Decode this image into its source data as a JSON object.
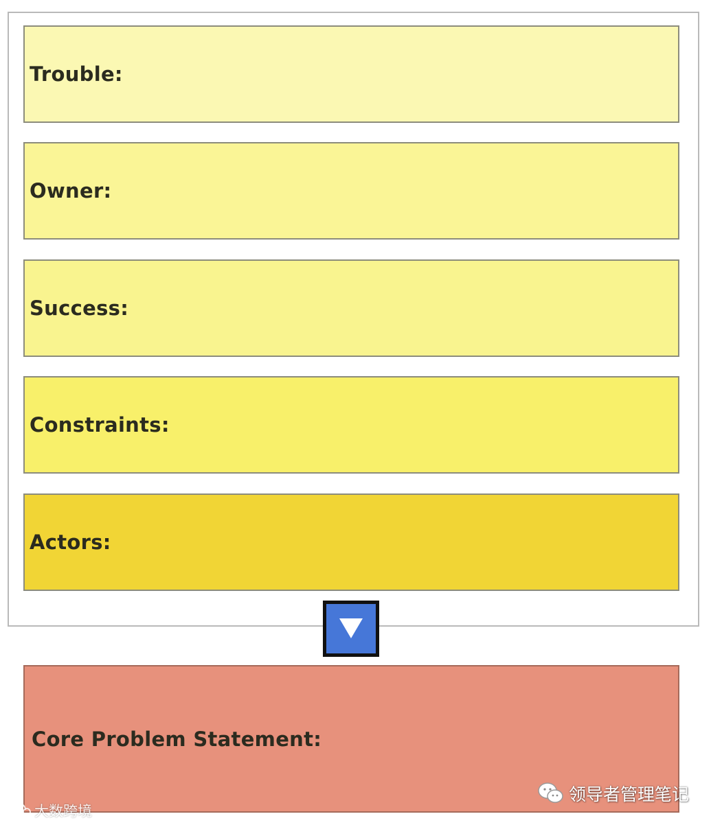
{
  "diagram": {
    "boxes": [
      {
        "label": "Trouble:",
        "color": "#fbf8b3"
      },
      {
        "label": "Owner:",
        "color": "#faf596"
      },
      {
        "label": "Success:",
        "color": "#f9f48f"
      },
      {
        "label": "Constraints:",
        "color": "#f8f06a"
      },
      {
        "label": "Actors:",
        "color": "#f1d535"
      }
    ],
    "arrow": {
      "icon": "down-triangle-icon",
      "color": "#4677d8",
      "border_color": "#111111"
    },
    "core_box": {
      "label": "Core Problem Statement:",
      "color": "#e7917c"
    }
  },
  "watermarks": {
    "right": {
      "icon": "wechat-icon",
      "text": "领导者管理笔记"
    },
    "left": {
      "icon": "weibo-icon",
      "text": "大数跨境"
    }
  }
}
